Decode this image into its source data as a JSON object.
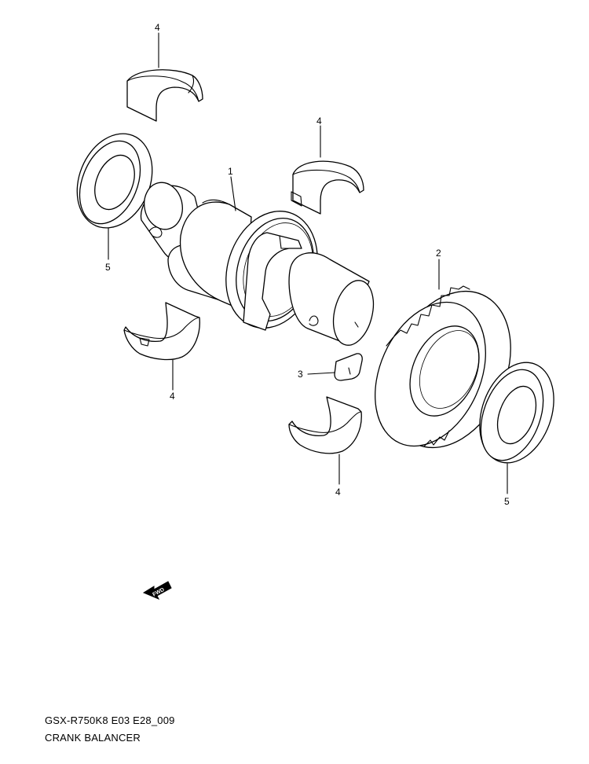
{
  "diagram": {
    "callouts": {
      "c4_top": "4",
      "c4_mid": "4",
      "c1": "1",
      "c5_left": "5",
      "c2": "2",
      "c3": "3",
      "c4_lower_left": "4",
      "c4_lower_right": "4",
      "c5_right": "5"
    },
    "direction_badge": "FWD"
  },
  "caption": {
    "code": "GSX-R750K8 E03 E28_009",
    "title": "CRANK BALANCER"
  }
}
